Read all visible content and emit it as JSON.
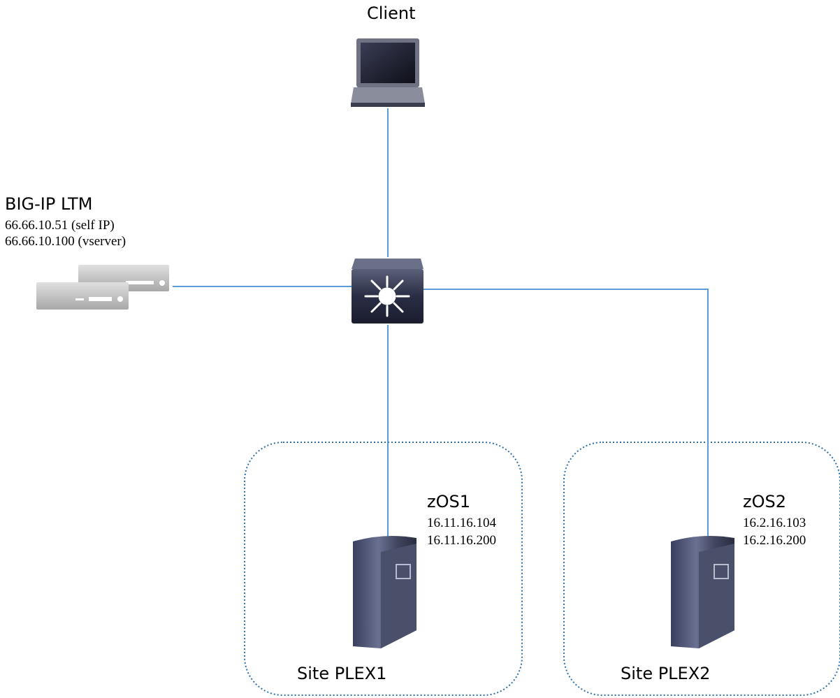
{
  "client": {
    "label": "Client"
  },
  "bigip": {
    "title": "BIG-IP LTM",
    "self_ip": "66.66.10.51 (self IP)",
    "vserver": "66.66.10.100 (vserver)"
  },
  "zos1": {
    "name": "zOS1",
    "ip1": "16.11.16.104",
    "ip2": "16.11.16.200"
  },
  "zos2": {
    "name": "zOS2",
    "ip1": "16.2.16.103",
    "ip2": "16.2.16.200"
  },
  "sites": [
    {
      "label": "Site PLEX1"
    },
    {
      "label": "Site PLEX2"
    }
  ],
  "colors": {
    "link": "#5b9bd5",
    "site_border": "#2e6fa8",
    "device_dark": "#2a2e45"
  }
}
